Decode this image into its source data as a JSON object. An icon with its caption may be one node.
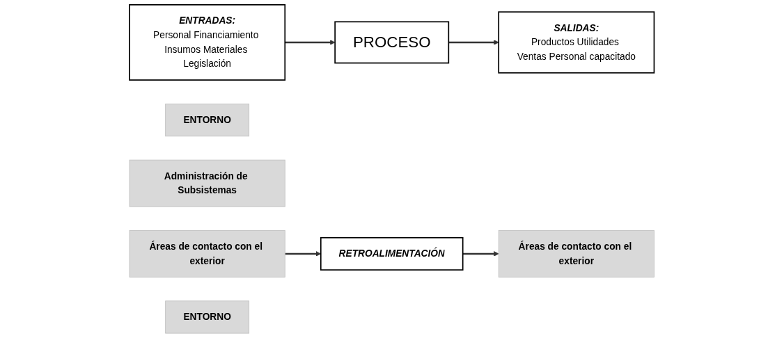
{
  "diagram": {
    "nodes": [
      {
        "text": [
          "ENTRADAS:",
          "Personal Financiamiento Insumos Materiales Legislación"
        ]
      },
      {
        "text": [
          "Áreas de contacto con el exterior"
        ]
      },
      {
        "text": [
          "PROCESO"
        ]
      },
      {
        "text": [
          "ENTORNO"
        ]
      },
      {
        "text": [
          "Administración de Subsistemas"
        ]
      },
      {
        "text": [
          "SALIDAS:",
          "Productos Utilidades Ventas Personal capacitado"
        ]
      },
      {
        "text": [
          "Áreas de contacto con el exterior"
        ]
      },
      {
        "text": [
          "RETROALIMENTACIÓN"
        ]
      },
      {
        "text": [
          "ENTORNO"
        ]
      }
    ],
    "edges": [
      {
        "from": 0,
        "to": 2,
        "arrow": "to"
      },
      {
        "from": 2,
        "to": 5,
        "arrow": "to"
      },
      {
        "from": 6,
        "to": 7,
        "arrow": "to"
      },
      {
        "from": 7,
        "to": 1,
        "arrow": "to"
      }
    ]
  }
}
